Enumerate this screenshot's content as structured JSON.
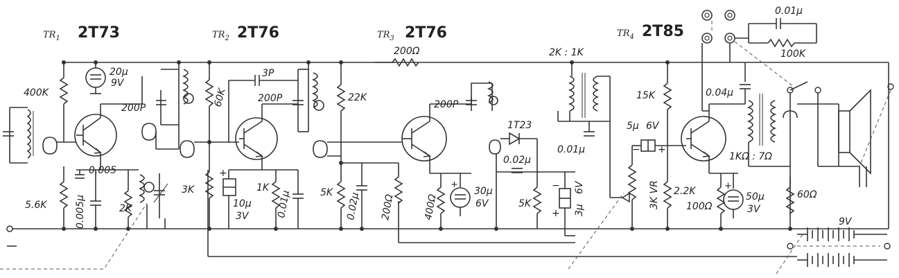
{
  "stages": [
    {
      "tag": "TR",
      "sub": "1",
      "model": "2T73"
    },
    {
      "tag": "TR",
      "sub": "2",
      "model": "2T76"
    },
    {
      "tag": "TR",
      "sub": "3",
      "model": "2T76"
    },
    {
      "tag": "TR",
      "sub": "4",
      "model": "2T85"
    }
  ],
  "components": {
    "r400k": "400K",
    "c20u": "20μ",
    "c20u_v": "9V",
    "c200p_1": "200P",
    "r5_6k": "5.6K",
    "c0005": "0.005",
    "c0005u": "0.005μ",
    "r2k": "2K",
    "r60k": "60K",
    "c3p": "3P",
    "c200p_2": "200P",
    "r3k": "3K",
    "c10u": "10μ",
    "c10u_v": "3V",
    "r1k": "1K",
    "c001u_1": "0.01μ",
    "r22k": "22K",
    "r200_top": "200Ω",
    "c200p_3": "200P",
    "r5k_1": "5K",
    "c002u_1": "0.02μ",
    "r200_low": "200Ω",
    "r400": "400Ω",
    "c30u": "30μ",
    "c30u_v": "6V",
    "diode": "1T23",
    "c002u_2": "0.02μ",
    "r5k_2": "5K",
    "c3u": "3μ",
    "c3u_v": "6V",
    "tr_ratio_1": "2K : 1K",
    "c001u_2": "0.01μ",
    "r15k": "15K",
    "c5u": "5μ",
    "c5u_v": "6V",
    "vr": "3K VR",
    "r2_2k": "2.2K",
    "r100": "100Ω",
    "c50u": "50μ",
    "c50u_v": "3V",
    "c004u": "0.04μ",
    "tr_ratio_2": "1KΩ : 7Ω",
    "c001u_3": "0.01μ",
    "r100k": "100K",
    "r60": "60Ω",
    "battery": "9V"
  }
}
